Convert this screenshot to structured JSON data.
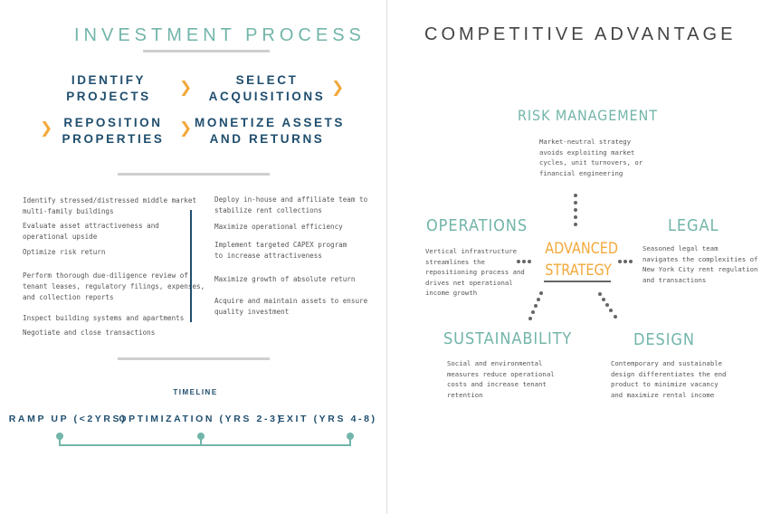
{
  "left": {
    "title": "INVESTMENT PROCESS",
    "steps": [
      {
        "line1": "IDENTIFY",
        "line2": "PROJECTS"
      },
      {
        "line1": "SELECT",
        "line2": "ACQUISITIONS"
      },
      {
        "line1": "REPOSITION",
        "line2": "PROPERTIES"
      },
      {
        "line1": "MONETIZE ASSETS",
        "line2": "AND RETURNS"
      }
    ],
    "chevron": "❯",
    "list_left": [
      {
        "l1": "Identify stressed/distressed middle market",
        "l2": "multi-family buildings"
      },
      {
        "l1": "Evaluate asset attractiveness and",
        "l2": "operational upside"
      },
      {
        "l1": "Optimize risk return"
      },
      {
        "l1": "Perform thorough due-diligence review of",
        "l2": "tenant leases, regulatory filings, expenses,",
        "l3": "and collection reports"
      },
      {
        "l1": "Inspect building systems and apartments"
      },
      {
        "l1": "Negotiate and close transactions"
      }
    ],
    "list_right": [
      {
        "l1": "Deploy in-house and affiliate team to",
        "l2": "stabilize rent collections"
      },
      {
        "l1": "Maximize operational efficiency"
      },
      {
        "l1": "Implement targeted CAPEX program",
        "l2": "to increase attractiveness"
      },
      {
        "l1": "Maximize growth of absolute return"
      },
      {
        "l1": "Acquire and maintain assets to ensure",
        "l2": "quality investment"
      }
    ],
    "timeline": {
      "title": "TIMELINE",
      "phases": [
        "RAMP UP (<2YRS)",
        "OPTIMIZATION (YRS 2-3)",
        "EXIT (YRS 4-8)"
      ]
    }
  },
  "right": {
    "title": "COMPETITIVE ADVANTAGE",
    "center": {
      "l1": "ADVANCED",
      "l2": "STRATEGY"
    },
    "risk": {
      "title": "RISK MANAGEMENT",
      "lines": [
        "Market-neutral strategy",
        "avoids exploiting market",
        "cycles, unit turnovers, or",
        "financial engineering"
      ]
    },
    "operations": {
      "title": "OPERATIONS",
      "lines": [
        "Vertical infrastructure",
        "streamlines the",
        "repositioning process and",
        "drives net operational",
        "income growth"
      ]
    },
    "legal": {
      "title": "LEGAL",
      "lines": [
        "Seasoned legal team",
        "navigates the complexities of",
        "New York City rent regulation",
        "and transactions"
      ]
    },
    "sustainability": {
      "title": "SUSTAINABILITY",
      "lines": [
        "Social and environmental",
        "measures reduce operational",
        "costs and increase tenant",
        "retention"
      ]
    },
    "design": {
      "title": "DESIGN",
      "lines": [
        "Contemporary and sustainable",
        "design differentiates the end",
        "product to minimize vacancy",
        "and maximize rental income"
      ]
    }
  },
  "colors": {
    "teal": "#72b5aa",
    "navy": "#1f4e6e",
    "orange": "#f2a93b"
  }
}
